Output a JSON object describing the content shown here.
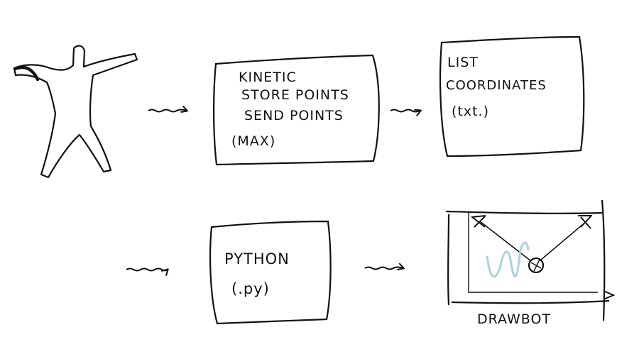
{
  "nodes": {
    "kinetic": {
      "lines": [
        "KINETIC",
        "STORE POINTS",
        "SEND POINTS",
        "(MAX)"
      ]
    },
    "list": {
      "lines": [
        "LIST",
        "COORDINATES",
        "(txt.)"
      ]
    },
    "python": {
      "lines": [
        "PYTHON",
        "(.py)"
      ]
    },
    "drawbot": {
      "label": "DRAWBOT"
    }
  },
  "colors": {
    "ink": "#111111",
    "pencil_blue": "#a9d2dd",
    "paper": "#ffffff"
  }
}
